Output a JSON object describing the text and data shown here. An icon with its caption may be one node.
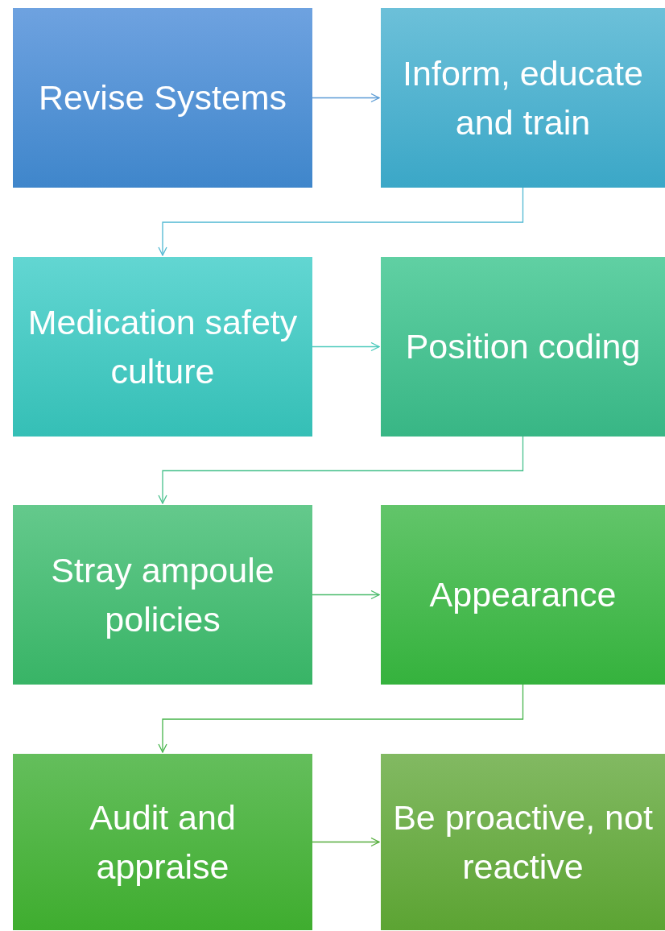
{
  "diagram": {
    "nodes": [
      {
        "text": [
          "Revise Systems"
        ]
      },
      {
        "text": [
          "Inform, educate and train"
        ]
      },
      {
        "text": [
          "Medication safety culture"
        ]
      },
      {
        "text": [
          "Position coding"
        ]
      },
      {
        "text": [
          "Stray ampoule policies"
        ]
      },
      {
        "text": [
          "Appearance"
        ]
      },
      {
        "text": [
          "Audit and appraise"
        ]
      },
      {
        "text": [
          "Be proactive, not reactive"
        ]
      }
    ],
    "edges": [
      {
        "from": 0,
        "to": 1,
        "arrow": "to",
        "color": "#5b9bd5"
      },
      {
        "from": 1,
        "to": 2,
        "arrow": "to",
        "color": "#4fb8d2"
      },
      {
        "from": 2,
        "to": 3,
        "arrow": "to",
        "color": "#4cc9bc"
      },
      {
        "from": 3,
        "to": 4,
        "arrow": "to",
        "color": "#47c08c"
      },
      {
        "from": 4,
        "to": 5,
        "arrow": "to",
        "color": "#4cbb6c"
      },
      {
        "from": 5,
        "to": 6,
        "arrow": "to",
        "color": "#46b44a"
      },
      {
        "from": 6,
        "to": 7,
        "arrow": "to",
        "color": "#55ad3c"
      }
    ]
  }
}
